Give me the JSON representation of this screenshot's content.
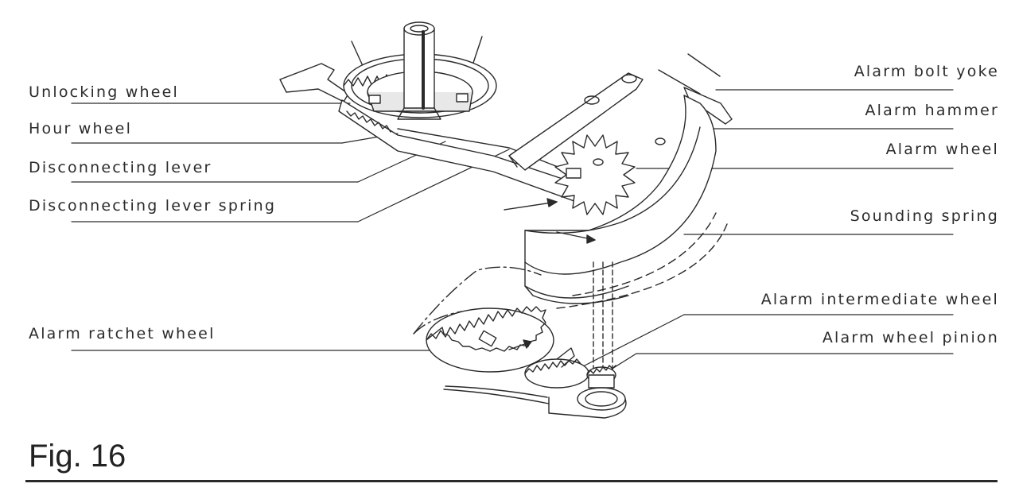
{
  "labels": {
    "unlocking_wheel": "Unlocking wheel",
    "hour_wheel": "Hour wheel",
    "disconnecting_lever": "Disconnecting lever",
    "disconnecting_lever_spring": "Disconnecting lever spring",
    "alarm_ratchet_wheel": "Alarm ratchet wheel",
    "alarm_bolt_yoke": "Alarm bolt yoke",
    "alarm_hammer": "Alarm hammer",
    "alarm_wheel": "Alarm wheel",
    "sounding_spring": "Sounding spring",
    "alarm_intermediate_wheel": "Alarm intermediate wheel",
    "alarm_wheel_pinion": "Alarm wheel pinion"
  },
  "caption": "Fig. 16"
}
